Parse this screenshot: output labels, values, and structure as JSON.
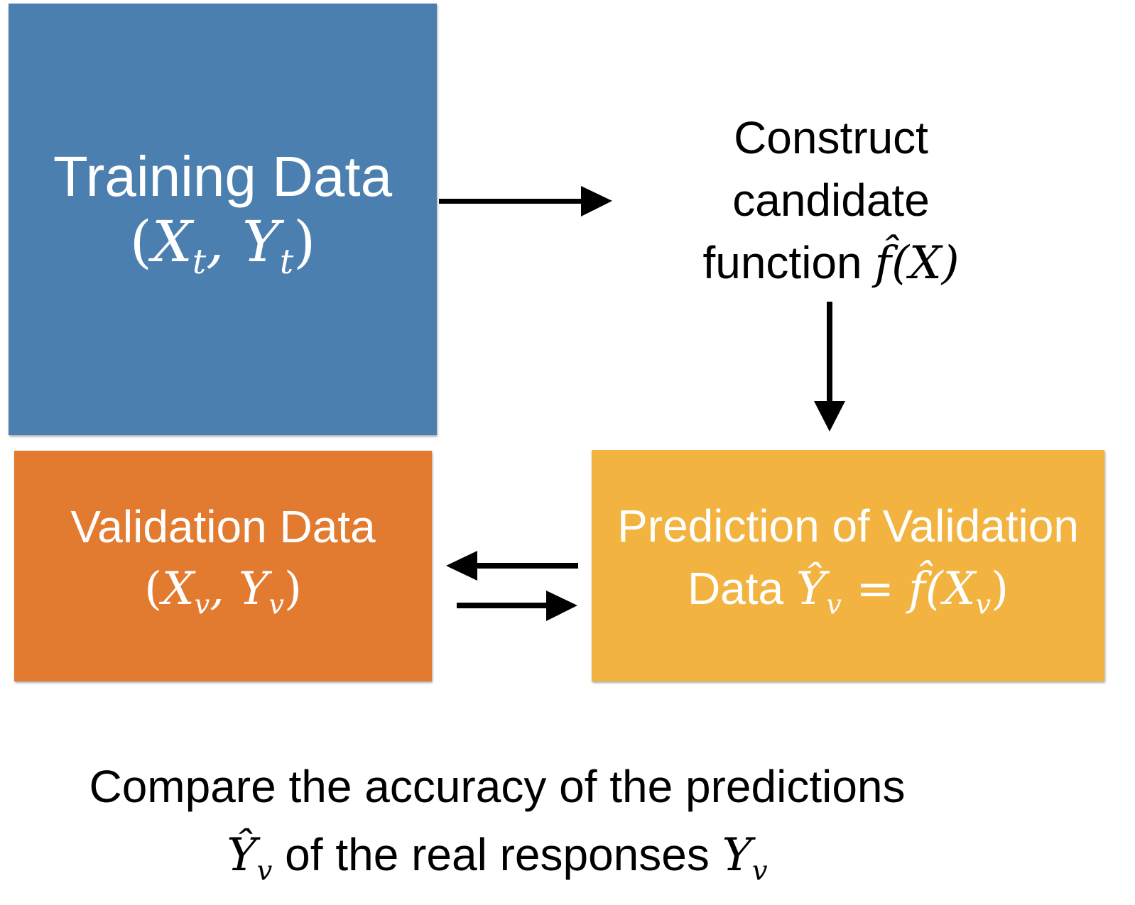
{
  "training": {
    "title": "Training Data",
    "math_open": "(",
    "x": "X",
    "x_sub": "t",
    "sep": ", ",
    "y": "Y",
    "y_sub": "t",
    "math_close": ")"
  },
  "construct": {
    "line1": "Construct",
    "line2": "candidate",
    "line3_text": "function ",
    "line3_math": "f̂(X)"
  },
  "validation": {
    "title": "Validation Data",
    "math_open": "(",
    "x": "X",
    "x_sub": "v",
    "sep": ", ",
    "y": "Y",
    "y_sub": "v",
    "math_close": ")"
  },
  "prediction": {
    "line1": "Prediction of Validation",
    "line2_text": "Data ",
    "yhat": "Ŷ",
    "yhat_sub": "v",
    "eq": " = ",
    "fhat": "f̂(X",
    "fhat_sub": "v",
    "close": ")"
  },
  "compare": {
    "line1": "Compare the accuracy of the predictions",
    "yhat": "Ŷ",
    "yhat_sub": "v",
    "mid": " of the real responses ",
    "y": "Y",
    "y_sub": "v"
  },
  "colors": {
    "training": "#4a7fb0",
    "validation": "#e27a30",
    "prediction": "#f2b340"
  }
}
